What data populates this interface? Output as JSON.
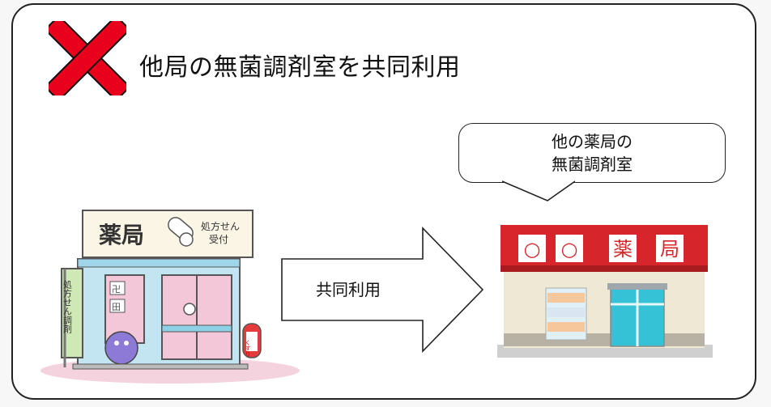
{
  "title": "他局の無菌調剤室を共同利用",
  "bubble": {
    "line1": "他の薬局の",
    "line2": "無菌調剤室"
  },
  "arrow_label": "共同利用",
  "left_pharmacy": {
    "sign": "薬局",
    "sub_sign_line1": "処方せん",
    "sub_sign_line2": "受付",
    "vertical_banner": "処方せん調剤",
    "window_char_1": "卍",
    "window_char_2": "田",
    "mailbox_text": "くすり"
  },
  "right_pharmacy": {
    "sign_chars": [
      "○",
      "○",
      "薬",
      "局"
    ]
  },
  "colors": {
    "x_mark": "#e8001c",
    "store_red": "#d7262b",
    "store_cream": "#efe8d4",
    "left_pink": "#f3c6d8",
    "left_blue": "#c3e5f2"
  },
  "icons": {
    "x": "cross-mark-icon",
    "capsule": "capsule-icon"
  }
}
